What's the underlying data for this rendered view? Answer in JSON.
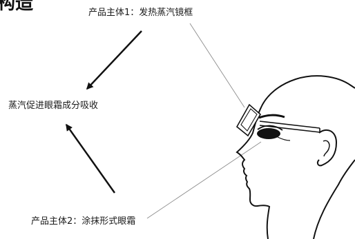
{
  "header": {
    "title_fragment": "构造"
  },
  "labels": {
    "product1": "产品主体1：发热蒸汽镜框",
    "center": "蒸汽促进眼霜成分吸收",
    "product2": "产品主体2：涂抹形式眼霜"
  },
  "colors": {
    "text": "#1a1a1a",
    "line": "#111111",
    "leader": "#8c8c8c"
  }
}
